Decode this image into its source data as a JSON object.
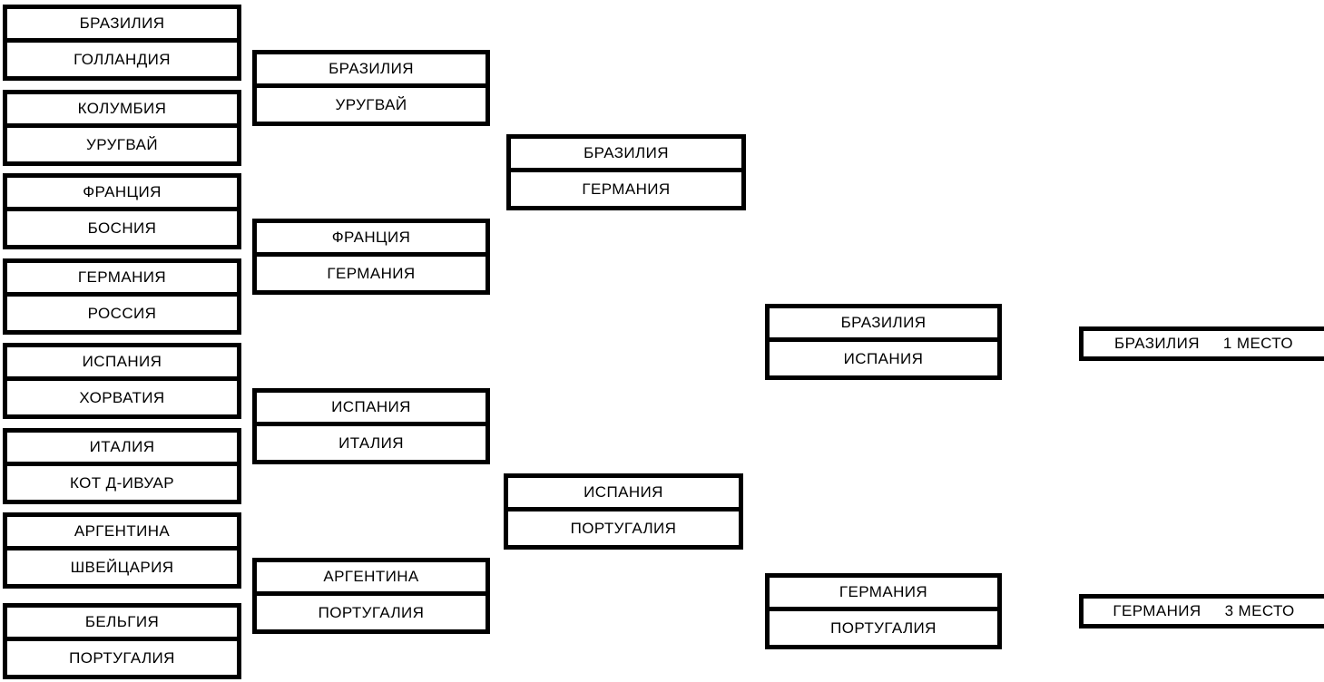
{
  "diagram": {
    "type": "single-elimination-bracket",
    "sport": "football",
    "colors": {
      "line": "#000000",
      "background": "#ffffff",
      "text": "#000000"
    },
    "rounds": [
      {
        "name": "round-of-16",
        "matches": [
          {
            "top": "БРАЗИЛИЯ",
            "bottom": "ГОЛЛАНДИЯ"
          },
          {
            "top": "КОЛУМБИЯ",
            "bottom": "УРУГВАЙ"
          },
          {
            "top": "ФРАНЦИЯ",
            "bottom": "БОСНИЯ"
          },
          {
            "top": "ГЕРМАНИЯ",
            "bottom": "РОССИЯ"
          },
          {
            "top": "ИСПАНИЯ",
            "bottom": "ХОРВАТИЯ"
          },
          {
            "top": "ИТАЛИЯ",
            "bottom": "КОТ Д-ИВУАР"
          },
          {
            "top": "АРГЕНТИНА",
            "bottom": "ШВЕЙЦАРИЯ"
          },
          {
            "top": "БЕЛЬГИЯ",
            "bottom": "ПОРТУГАЛИЯ"
          }
        ]
      },
      {
        "name": "quarter-finals",
        "matches": [
          {
            "top": "БРАЗИЛИЯ",
            "bottom": "УРУГВАЙ"
          },
          {
            "top": "ФРАНЦИЯ",
            "bottom": "ГЕРМАНИЯ"
          },
          {
            "top": "ИСПАНИЯ",
            "bottom": "ИТАЛИЯ"
          },
          {
            "top": "АРГЕНТИНА",
            "bottom": "ПОРТУГАЛИЯ"
          }
        ]
      },
      {
        "name": "semi-finals",
        "matches": [
          {
            "top": "БРАЗИЛИЯ",
            "bottom": "ГЕРМАНИЯ"
          },
          {
            "top": "ИСПАНИЯ",
            "bottom": "ПОРТУГАЛИЯ"
          }
        ]
      },
      {
        "name": "finals",
        "matches": [
          {
            "top": "БРАЗИЛИЯ",
            "bottom": "ИСПАНИЯ"
          },
          {
            "top": "ГЕРМАНИЯ",
            "bottom": "ПОРТУГАЛИЯ"
          }
        ]
      }
    ],
    "results": [
      {
        "team": "БРАЗИЛИЯ",
        "place": "1 МЕСТО"
      },
      {
        "team": "ГЕРМАНИЯ",
        "place": "3 МЕСТО"
      }
    ]
  }
}
